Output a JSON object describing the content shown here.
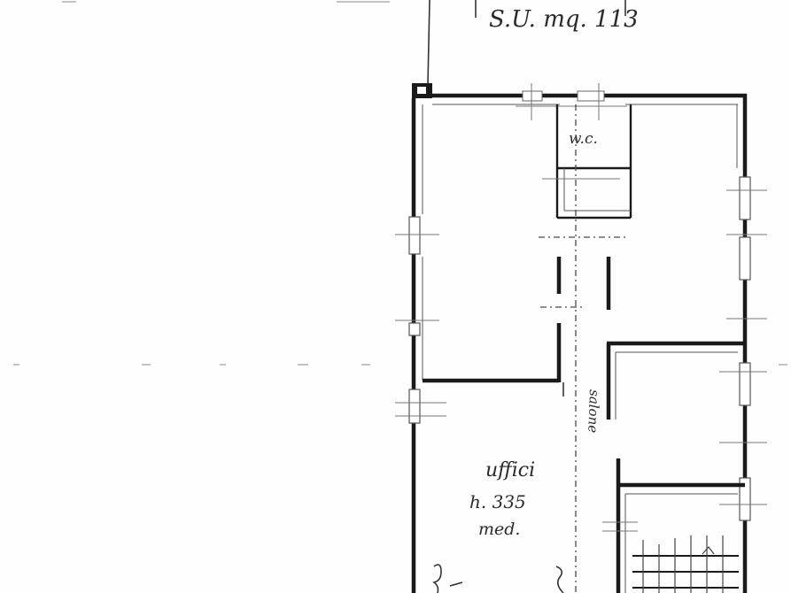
{
  "header": {
    "surface_label": "S.U. mq. 113"
  },
  "rooms": {
    "wc_label": "w.c.",
    "office": {
      "name": "uffici",
      "height": "h. 335",
      "note": "med."
    }
  },
  "corridor_label": "salone"
}
